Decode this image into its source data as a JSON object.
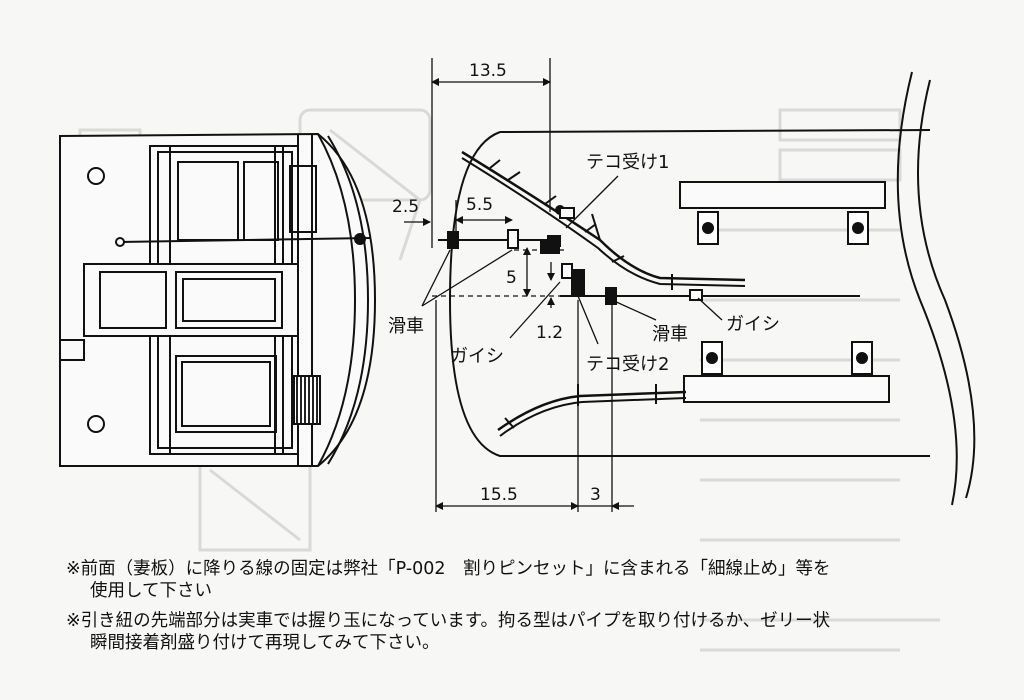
{
  "labels": {
    "dim_13_5": "13.5",
    "dim_2_5": "2.5",
    "dim_5_5": "5.5",
    "dim_5": "5",
    "dim_1_2": "1.2",
    "dim_15_5": "15.5",
    "dim_3": "3",
    "teko1": "テコ受け1",
    "teko2": "テコ受け2",
    "kassha_left": "滑車",
    "kassha_right": "滑車",
    "gaishi_left": "ガイシ",
    "gaishi_right": "ガイシ"
  },
  "notes": [
    {
      "line1": "※前面（妻板）に降りる線の固定は弊社「P-002　割りピンセット」に含まれる「細線止め」等を",
      "line2": "使用して下さい"
    },
    {
      "line1": "※引き紐の先端部分は実車では握り玉になっています。拘る型はパイプを取り付けるか、ゼリー状",
      "line2": "瞬間接着剤盛り付けて再現してみて下さい。"
    }
  ]
}
